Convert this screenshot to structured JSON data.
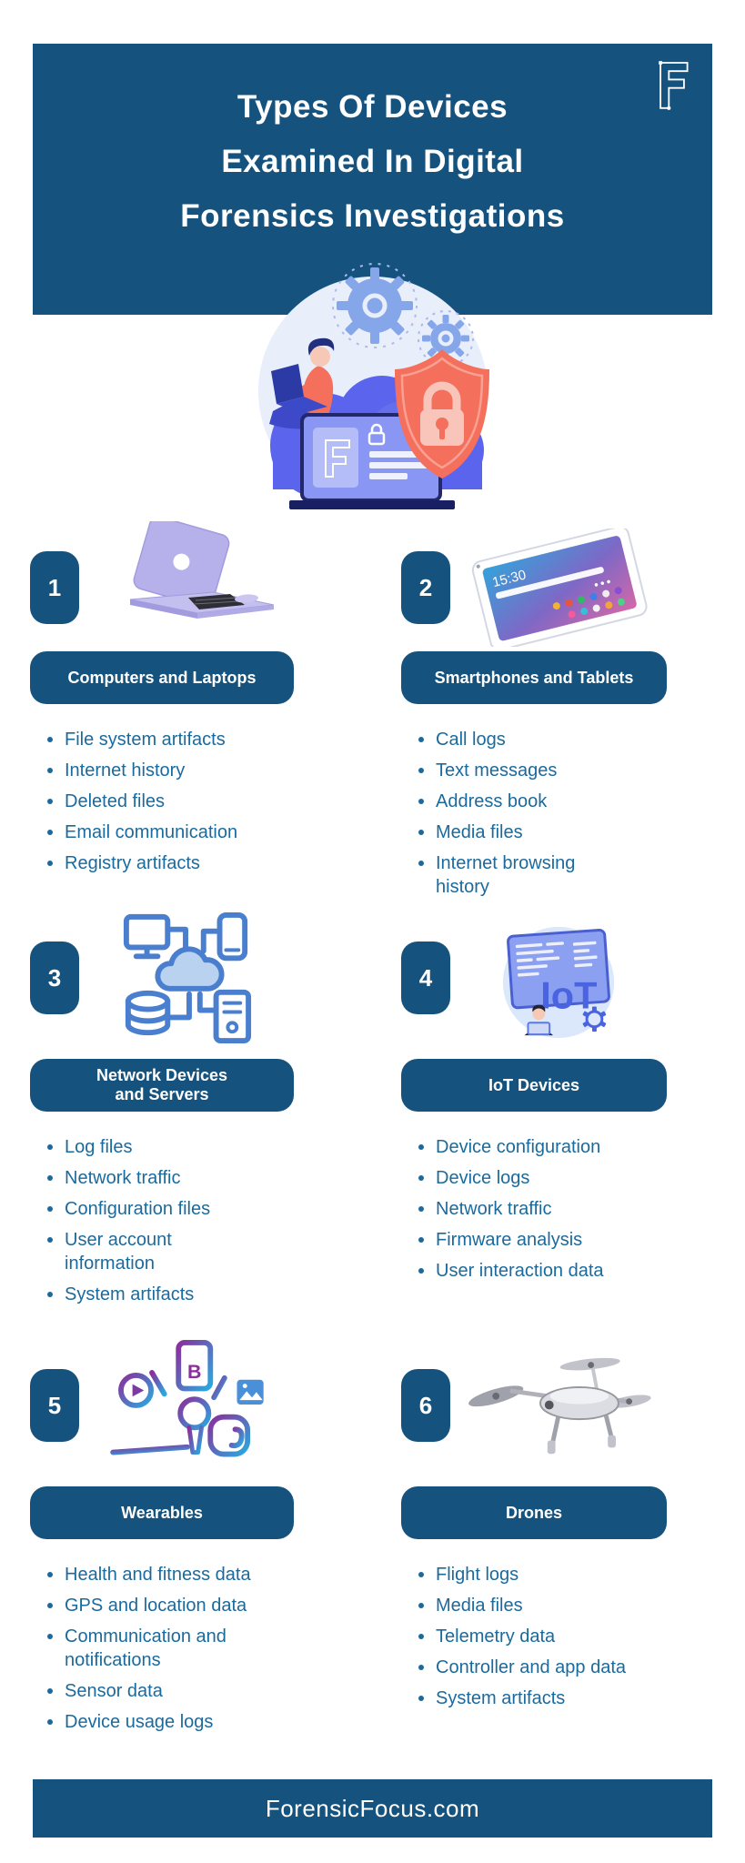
{
  "header": {
    "title_lines": [
      "Types Of Devices",
      "Examined In Digital",
      "Forensics Investigations"
    ],
    "logo": "forensic-focus-f-logo"
  },
  "hero": {
    "illustration": "person-on-laptop-with-cloud-gears-and-security-shield"
  },
  "sections": [
    {
      "number": "1",
      "title": "Computers and Laptops",
      "icon": "laptop-icon",
      "bullets": [
        "File system artifacts",
        "Internet history",
        "Deleted files",
        "Email communication",
        "Registry artifacts"
      ]
    },
    {
      "number": "2",
      "title": "Smartphones and Tablets",
      "icon": "tablet-icon",
      "screen_time": "15:30",
      "bullets": [
        "Call logs",
        "Text messages",
        "Address book",
        "Media files",
        "Internet browsing history"
      ]
    },
    {
      "number": "3",
      "title": "Network Devices and Servers",
      "icon": "network-devices-icon",
      "bullets": [
        "Log files",
        "Network traffic",
        "Configuration files",
        "User account information",
        "System artifacts"
      ]
    },
    {
      "number": "4",
      "title": "IoT Devices",
      "icon": "iot-icon",
      "screen_label": "IoT",
      "bullets": [
        "Device configuration",
        "Device logs",
        "Network traffic",
        "Firmware analysis",
        "User interaction data"
      ]
    },
    {
      "number": "5",
      "title": "Wearables",
      "icon": "wearables-icon",
      "phone_letter": "B",
      "bullets": [
        "Health and fitness data",
        "GPS and location data",
        "Communication and notifications",
        "Sensor data",
        "Device usage logs"
      ]
    },
    {
      "number": "6",
      "title": "Drones",
      "icon": "drone-icon",
      "bullets": [
        "Flight logs",
        "Media files",
        "Telemetry data",
        "Controller and app data",
        "System artifacts"
      ]
    }
  ],
  "footer": {
    "text": "ForensicFocus.com"
  },
  "colors": {
    "primary_blue": "#15537E",
    "bullet_blue": "#1B6A9D",
    "shield_coral": "#F4705C",
    "lock_pink": "#F9C5BA",
    "cloud_blue": "#5A64EC",
    "laptop_lavender": "#B6B1EA",
    "icon_outline_blue": "#4A7FD0",
    "wearable_gradient_start": "#8A2F9B",
    "wearable_gradient_end": "#2AA9E0"
  }
}
